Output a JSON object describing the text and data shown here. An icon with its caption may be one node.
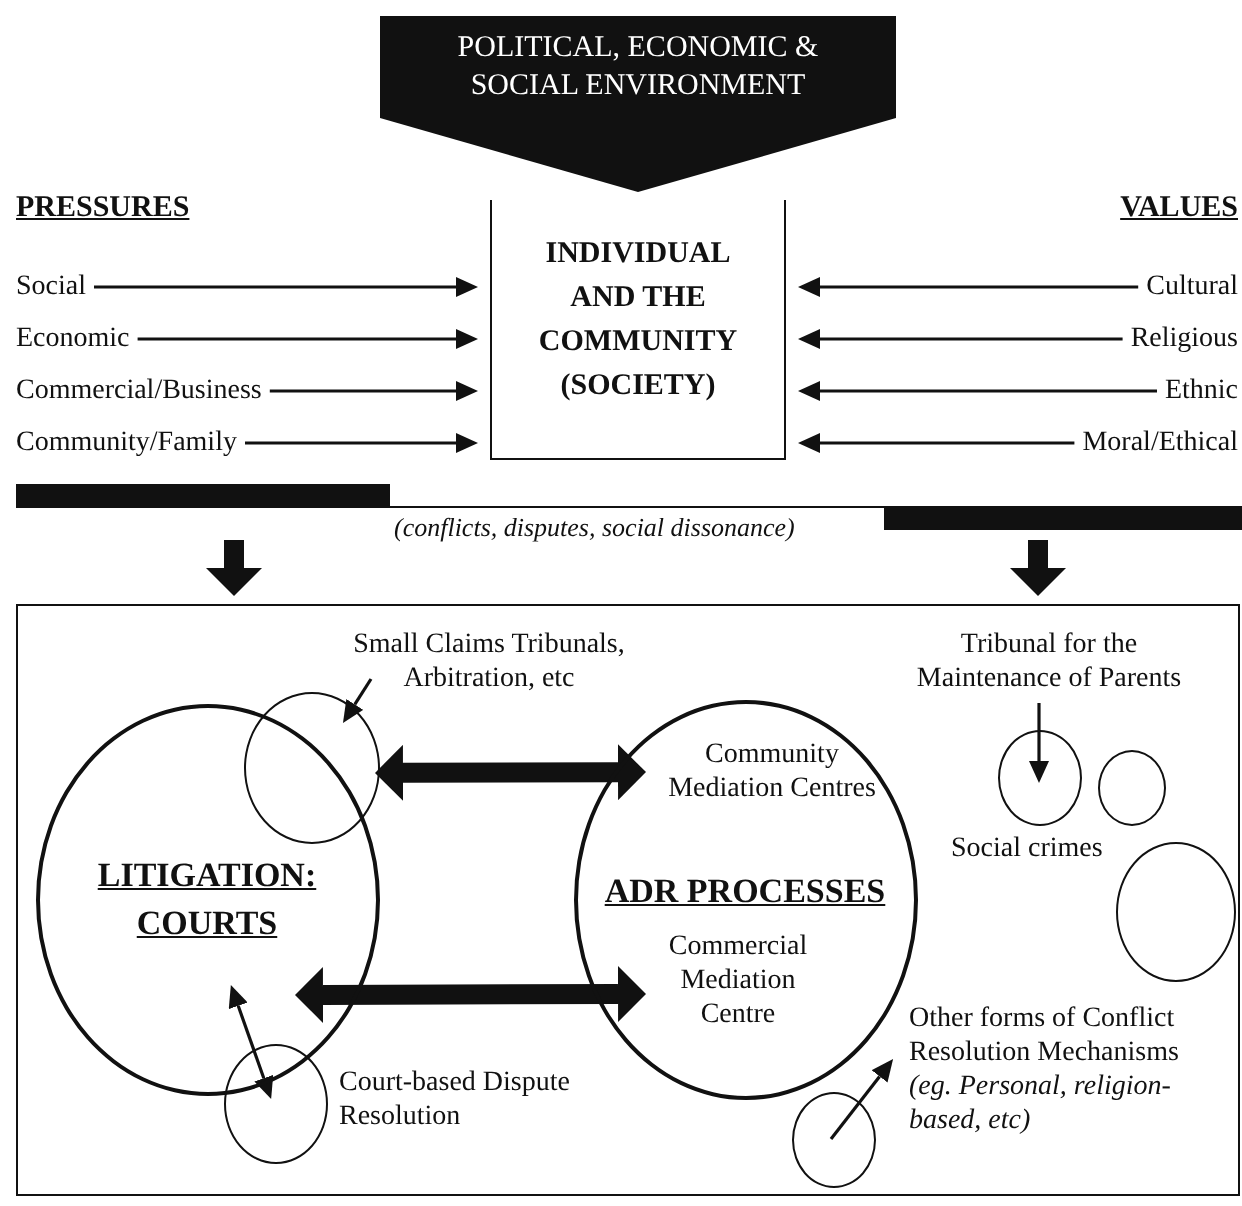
{
  "diagram": {
    "nodes": [
      {
        "text": [
          "POLITICAL, ECONOMIC & SOCIAL ENVIRONMENT"
        ]
      },
      {
        "text": [
          "Social"
        ]
      },
      {
        "text": [
          "Economic"
        ]
      },
      {
        "text": [
          "Commercial/Business"
        ]
      },
      {
        "text": [
          "Community/Family"
        ]
      },
      {
        "text": [
          "INDIVIDUAL AND THE COMMUNITY (SOCIETY)"
        ]
      },
      {
        "text": [
          "Cultural"
        ]
      },
      {
        "text": [
          "Religious"
        ]
      },
      {
        "text": [
          "Ethnic"
        ]
      },
      {
        "text": [
          "Moral/Ethical"
        ]
      },
      {
        "text": [],
        "shape": "box"
      },
      {
        "text": [
          "LITIGATION: COURTS"
        ],
        "in": 10
      },
      {
        "text": [],
        "shape": "circle",
        "in": 10
      },
      {
        "text": [
          "Small Claims Tribunals, Arbitration, etc"
        ],
        "in": 10
      },
      {
        "text": [
          "ADR PROCESSES"
        ],
        "in": 10
      },
      {
        "text": [
          "Community Mediation Centres"
        ],
        "in": 14
      },
      {
        "text": [
          "Commercial Mediation Centre"
        ],
        "in": 14
      },
      {
        "text": [],
        "shape": "circle",
        "in": 10,
        "beside": [
          "Court-based Dispute Resolution"
        ]
      },
      {
        "text": [
          "Tribunal for the Maintenance of Parents"
        ],
        "in": 10
      },
      {
        "text": [],
        "shape": "circle",
        "in": 10
      },
      {
        "text": [],
        "shape": "circle",
        "in": 10,
        "beside": [
          "Social crimes"
        ]
      },
      {
        "text": [],
        "shape": "circle",
        "in": 10
      },
      {
        "text": [],
        "shape": "circle",
        "in": 10
      },
      {
        "text": [
          "Other forms of Conflict Resolution Mechanisms",
          "(eg. Personal, religion-based, etc)"
        ],
        "in": 10
      },
      {
        "text": [],
        "shape": "bar"
      }
    ],
    "edges": [
      {
        "from": 1,
        "to": 5,
        "arrow": "to"
      },
      {
        "from": 2,
        "to": 5,
        "arrow": "to"
      },
      {
        "from": 3,
        "to": 5,
        "arrow": "to"
      },
      {
        "from": 4,
        "to": 5,
        "arrow": "to"
      },
      {
        "from": 6,
        "to": 5,
        "arrow": "to"
      },
      {
        "from": 7,
        "to": 5,
        "arrow": "to"
      },
      {
        "from": 8,
        "to": 5,
        "arrow": "to"
      },
      {
        "from": 9,
        "to": 5,
        "arrow": "to"
      },
      {
        "from": 24,
        "to": 10,
        "arrow": "to",
        "style": "thick"
      },
      {
        "from": 24,
        "to": 10,
        "arrow": "to",
        "style": "thick"
      },
      {
        "from": 13,
        "to": 12,
        "arrow": "to"
      },
      {
        "from": 12,
        "to": 15,
        "arrow": "both",
        "style": "thick"
      },
      {
        "from": 11,
        "to": 16,
        "arrow": "both",
        "style": "thick"
      },
      {
        "from": 11,
        "to": 17,
        "arrow": "both"
      },
      {
        "from": 18,
        "to": 19,
        "arrow": "to"
      },
      {
        "from": 22,
        "to": 23,
        "arrow": "to"
      }
    ],
    "labels": [
      "PRESSURES",
      "VALUES",
      "(conflicts, disputes, social dissonance)"
    ]
  }
}
